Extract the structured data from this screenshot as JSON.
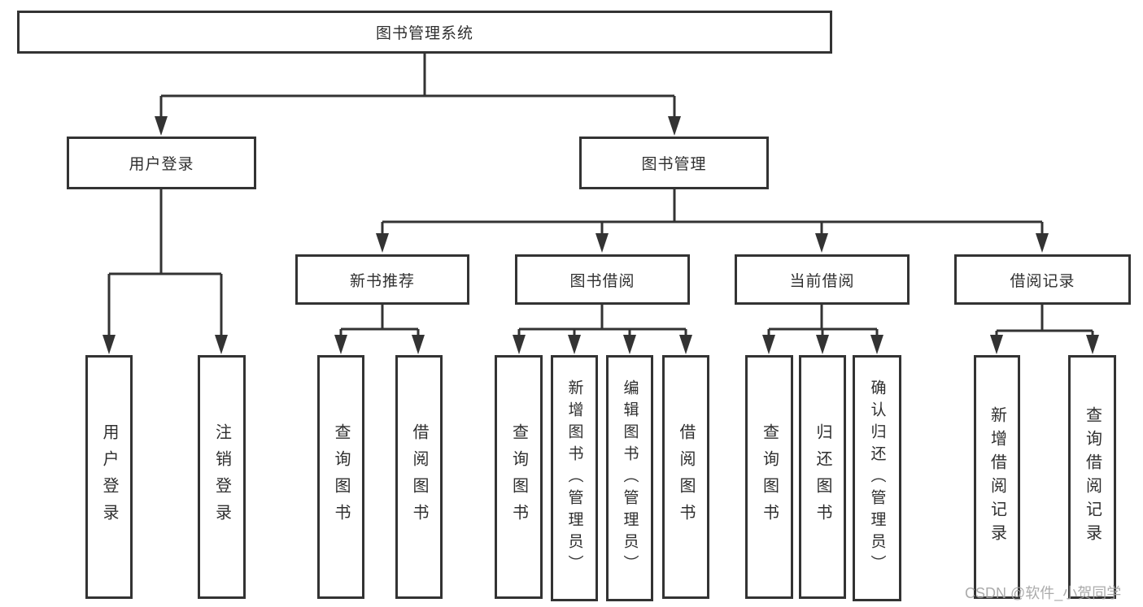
{
  "page": {
    "background": "#ffffff"
  },
  "diagram": {
    "type": "tree",
    "line_color": "#333333",
    "nodes": {
      "root": "图书管理系统",
      "login": "用户登录",
      "manage": "图书管理",
      "recommend": "新书推荐",
      "borrow": "图书借阅",
      "current": "当前借阅",
      "records": "借阅记录",
      "login_user": "用户登录",
      "login_logout": "注销登录",
      "rec_query": "查询图书",
      "rec_borrow": "借阅图书",
      "bor_query": "查询图书",
      "bor_add": "新增图书（管理员）",
      "bor_edit": "编辑图书（管理员）",
      "bor_borrow": "借阅图书",
      "cur_query": "查询图书",
      "cur_return": "归还图书",
      "cur_confirm": "确认归还（管理员）",
      "recleaf_add": "新增借阅记录",
      "recleaf_query": "查询借阅记录"
    }
  },
  "watermark": {
    "text": "CSDN @软件_小贺同学",
    "color": "#a2a2a2"
  }
}
